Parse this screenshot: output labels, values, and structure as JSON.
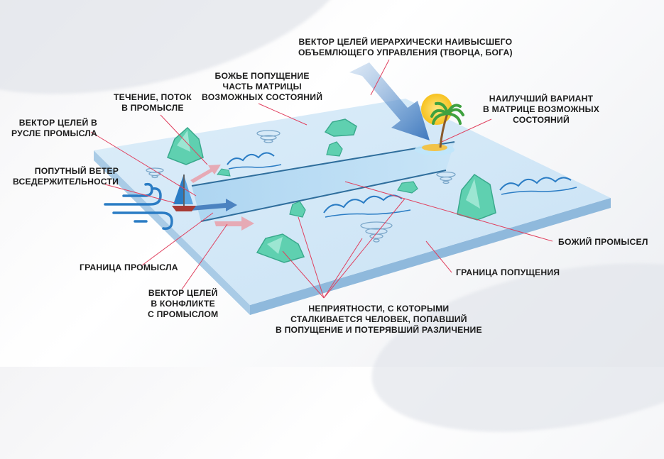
{
  "labels": {
    "top_vector": [
      "ВЕКТОР ЦЕЛЕЙ ИЕРАРХИЧЕСКИ НАИВЫСШЕГО",
      "ОБЪЕМЛЮЩЕГО УПРАВЛЕНИЯ (ТВОРЦА, БОГА)"
    ],
    "divine_permission": [
      "БОЖЬЕ ПОПУЩЕНИЕ",
      "ЧАСТЬ МАТРИЦЫ",
      "ВОЗМОЖНЫХ СОСТОЯНИЙ"
    ],
    "current_flow": [
      "ТЕЧЕНИЕ, ПОТОК",
      "В ПРОМЫСЛЕ"
    ],
    "vector_in_channel": [
      "ВЕКТОР ЦЕЛЕЙ В",
      "РУСЛЕ ПРОМЫСЛА"
    ],
    "tailwind": [
      "ПОПУТНЫЙ ВЕТЕР",
      "ВСЕДЕРЖИТЕЛЬНОСТИ"
    ],
    "best_option": [
      "НАИЛУЧШИЙ ВАРИАНТ",
      "В МАТРИЦЕ ВОЗМОЖНЫХ",
      "СОСТОЯНИЙ"
    ],
    "providence": [
      "БОЖИЙ ПРОМЫСЕЛ"
    ],
    "providence_border": [
      "ГРАНИЦА ПРОМЫСЛА"
    ],
    "permission_border": [
      "ГРАНИЦА ПОПУЩЕНИЯ"
    ],
    "vector_conflict": [
      "ВЕКТОР ЦЕЛЕЙ",
      "В КОНФЛИКТЕ",
      "С ПРОМЫСЛОМ"
    ],
    "troubles": [
      "НЕПРИЯТНОСТИ, С КОТОРЫМИ",
      "СТАЛКИВАЕТСЯ ЧЕЛОВЕК, ПОПАВШИЙ",
      "В ПОПУЩЕНИЕ И ПОТЕРЯВШИЙ РАЗЛИЧЕНИЕ"
    ]
  },
  "colors": {
    "pointer_line": "#e0405e",
    "water": "#cfe6f7",
    "channel": "#b7daf3",
    "channel_edge": "#2f6e9c",
    "rock": "#5fd0b0",
    "big_arrow": "#5b8fc9",
    "conflict_arrow": "#e6aab5"
  }
}
